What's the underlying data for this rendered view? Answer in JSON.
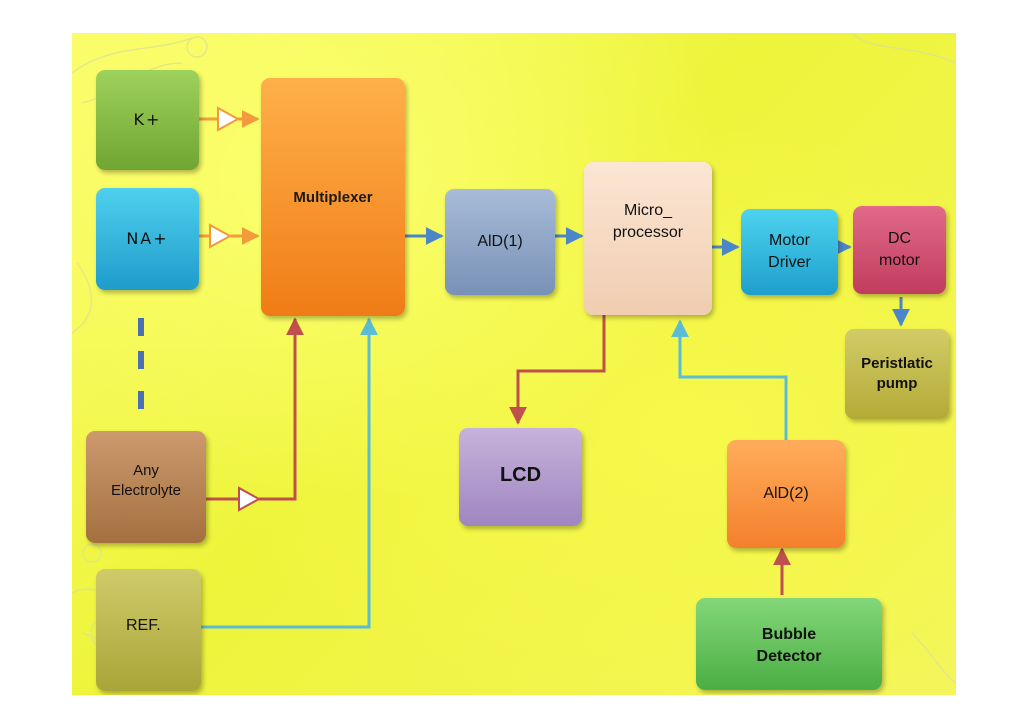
{
  "diagram": {
    "blocks": {
      "k": "K+",
      "na": "NA+",
      "multiplexer": "Multiplexer",
      "ad1": "AlD(1)",
      "microprocessor": "Micro_\nprocessor",
      "motor_driver": "Motor\nDriver",
      "dc_motor": "DC\nmotor",
      "peristaltic_pump": "Peristlatic\npump",
      "any_electrolyte": "Any\nElectrolyte",
      "lcd": "LCD",
      "ad2": "AlD(2)",
      "ref": "REF.",
      "bubble_detector": "Bubble\nDetector"
    },
    "colors": {
      "orange_wire": "#f29a3c",
      "blue_wire": "#4a86c8",
      "red_wire": "#c0504d",
      "cyan_wire": "#5bbcd6",
      "dash": "#4a6fb5"
    }
  }
}
